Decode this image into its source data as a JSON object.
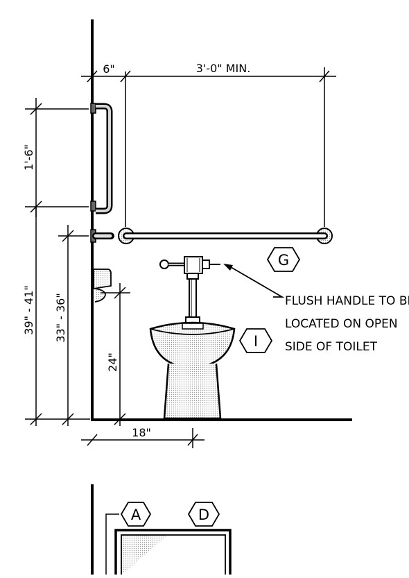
{
  "dimensions": {
    "side_offset": "6\"",
    "bar_length": "3'-0\" MIN.",
    "bar_spacing": "1'-6\"",
    "grab_bar_height": "39\" - 41\"",
    "bar_height": "33\" - 36\"",
    "dispenser_height": "24\"",
    "centerline_offset": "18\""
  },
  "tags": {
    "grab_bar": "G",
    "toilet": "I",
    "mirror_left": "A",
    "mirror_right": "D"
  },
  "note": {
    "line1": "FLUSH HANDLE TO BE",
    "line2": "LOCATED ON OPEN",
    "line3": "SIDE OF TOILET"
  },
  "colors": {
    "line": "#000000",
    "hatch": "#bdbdbd"
  }
}
